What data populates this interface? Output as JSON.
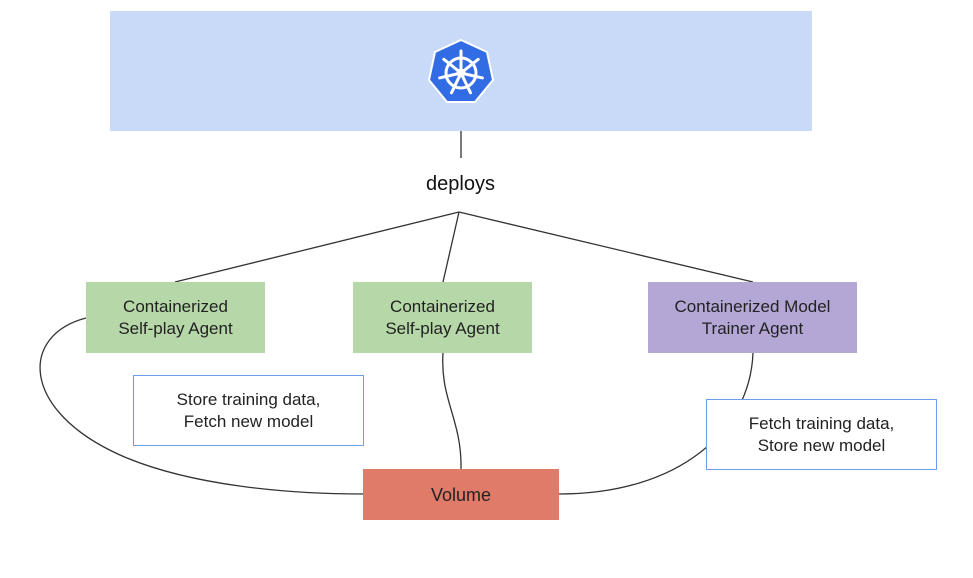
{
  "diagram": {
    "edge_label": "deploys",
    "nodes": {
      "agent_left": {
        "line1": "Containerized",
        "line2": "Self-play Agent"
      },
      "agent_middle": {
        "line1": "Containerized",
        "line2": "Self-play Agent"
      },
      "trainer": {
        "line1": "Containerized Model",
        "line2": "Trainer Agent"
      },
      "volume": {
        "label": "Volume"
      }
    },
    "notes": {
      "self_play": {
        "line1": "Store training data,",
        "line2": "Fetch new model"
      },
      "trainer": {
        "line1": "Fetch training data,",
        "line2": "Store new model"
      }
    }
  },
  "icons": {
    "logo": "kubernetes-logo-icon"
  },
  "colors": {
    "banner": "#c9daf8",
    "logo": "#326ce5",
    "self_play_agent": "#b6d7a8",
    "trainer_agent": "#b4a7d6",
    "volume": "#e07b6a",
    "note_border": "#6d9eeb"
  }
}
